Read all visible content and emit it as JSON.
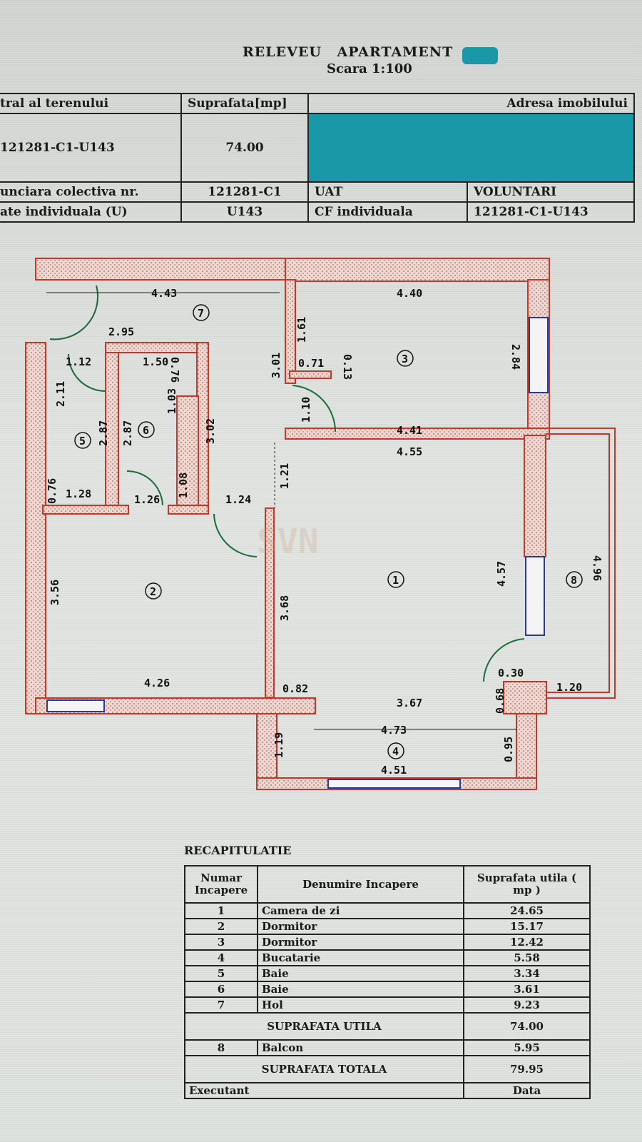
{
  "header": {
    "title": "RELEVEU APARTAMENT",
    "scale": "Scara 1:100"
  },
  "info_table": {
    "col1_header": "tral al terenului",
    "col2_header": "Suprafata[mp]",
    "col3_header": "Adresa imobilului",
    "cadastral_no": "121281-C1-U143",
    "area": "74.00",
    "cf_colectiva_label": "unciara colectiva nr.",
    "cf_colectiva_value": "121281-C1",
    "uat_label": "UAT",
    "uat_value": "VOLUNTARI",
    "unit_label": "ate individuala (U)",
    "unit_value": "U143",
    "cf_individuala_label": "CF individuala",
    "cf_individuala_value": "121281-C1-U143"
  },
  "plan": {
    "rooms": [
      "1",
      "2",
      "3",
      "4",
      "5",
      "6",
      "7",
      "8"
    ],
    "dims": [
      "4.43",
      "2.95",
      "1.12",
      "1.50",
      "0.76",
      "2.11",
      "2.87",
      "2.87",
      "1.03",
      "3.02",
      "3.01",
      "1.61",
      "0.71",
      "0.13",
      "1.10",
      "4.40",
      "2.84",
      "4.41",
      "4.55",
      "1.21",
      "0.76",
      "1.28",
      "1.26",
      "1.08",
      "1.24",
      "3.56",
      "3.68",
      "4.57",
      "4.96",
      "4.26",
      "0.82",
      "3.67",
      "0.30",
      "1.20",
      "0.68",
      "4.73",
      "1.19",
      "0.95",
      "4.51"
    ],
    "watermark": "SVN"
  },
  "recap": {
    "title": "RECAPITULATIE",
    "headers": {
      "num": "Numar Incapere",
      "name": "Denumire Incapere",
      "area": "Suprafata utila ( mp )"
    },
    "rows": [
      {
        "num": "1",
        "name": "Camera de zi",
        "area": "24.65"
      },
      {
        "num": "2",
        "name": "Dormitor",
        "area": "15.17"
      },
      {
        "num": "3",
        "name": "Dormitor",
        "area": "12.42"
      },
      {
        "num": "4",
        "name": "Bucatarie",
        "area": "5.58"
      },
      {
        "num": "5",
        "name": "Baie",
        "area": "3.34"
      },
      {
        "num": "6",
        "name": "Baie",
        "area": "3.61"
      },
      {
        "num": "7",
        "name": "Hol",
        "area": "9.23"
      }
    ],
    "useful_label": "SUPRAFATA UTILA",
    "useful_value": "74.00",
    "balcony": {
      "num": "8",
      "name": "Balcon",
      "area": "5.95"
    },
    "total_label": "SUPRAFATA TOTALA",
    "total_value": "79.95",
    "executant_label": "Executant",
    "date_label": "Data"
  },
  "colors": {
    "wall": "#c0392b",
    "redaction": "#1b98a8",
    "window": "#2a3a9a"
  }
}
